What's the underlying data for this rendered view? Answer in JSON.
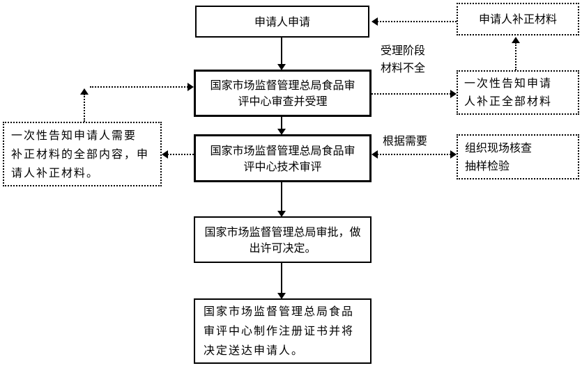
{
  "diagram": {
    "colors": {
      "line": "#000000",
      "text": "#000000",
      "box_background": "#ffffff"
    },
    "boxes": {
      "apply": [
        "申请人申请"
      ],
      "supplement_material": [
        "申请人补正材料"
      ],
      "review_accept": [
        "国家市场监督管理总局食品审",
        "评中心审查并受理"
      ],
      "one_time_notice_all": [
        "一次性告知申请",
        "人补正全部材料"
      ],
      "left_notice": [
        "一次性告知申请人需要",
        "补正材料的全部内容，申",
        "请人补正材料。"
      ],
      "technical_review": [
        "国家市场监督管理总局食品审",
        "评中心技术审评"
      ],
      "site_check": [
        "组织现场核查",
        "抽样检验"
      ],
      "approval": [
        "国家市场监督管理总局审批，做",
        "出许可决定。"
      ],
      "certificate": [
        "国家市场监督管理总局食品",
        "审评中心制作注册证书并将",
        "决定送达申请人。"
      ]
    },
    "labels": {
      "acceptance_stage": [
        "受理阶段",
        "材料不全"
      ],
      "as_needed": "根据需要"
    }
  }
}
